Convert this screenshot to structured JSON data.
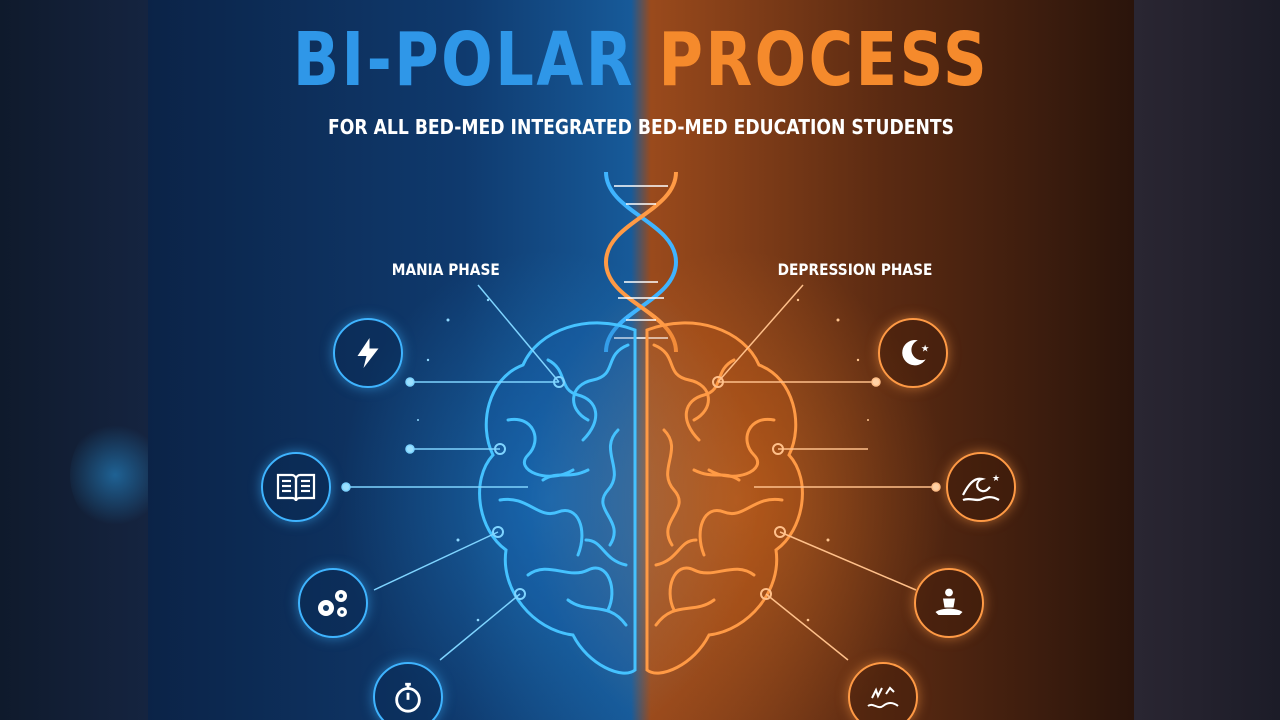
{
  "title": {
    "part1": "BI-POLAR",
    "part2": "PROCESS"
  },
  "subtitle": "FOR ALL BED-MED INTEGRATED BED-MED EDUCATION STUDENTS",
  "mania": {
    "label": "MANIA PHASE",
    "color": "#2f97e8",
    "icons": [
      "lightning-icon",
      "open-book-icon",
      "gears-icon",
      "stopwatch-icon"
    ]
  },
  "depression": {
    "label": "DEPRESSION PHASE",
    "color": "#f58a2c",
    "icons": [
      "moon-star-icon",
      "wave-icon",
      "meditation-icon",
      "storm-icon"
    ]
  }
}
